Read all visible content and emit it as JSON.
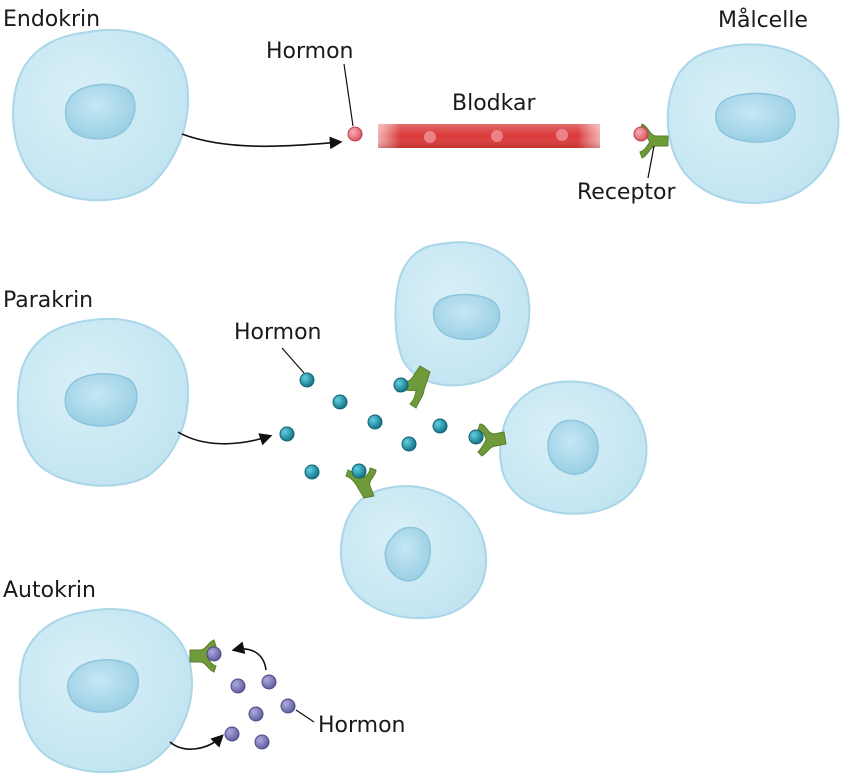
{
  "sections": {
    "endocrine": "Endokrin",
    "paracrine": "Parakrin",
    "autocrine": "Autokrin"
  },
  "labels": {
    "hormone_endocrine": "Hormon",
    "blood_vessel": "Blodkar",
    "target_cell": "Målcelle",
    "receptor": "Receptor",
    "hormone_paracrine": "Hormon",
    "hormone_autocrine": "Hormon"
  },
  "colors": {
    "cell_fill": "#c6e7f2",
    "cell_edge": "#a9d6e8",
    "nucleus_fill": "#9fd1e6",
    "receptor": "#6f9a3a",
    "hormone_endocrine": "#e4606c",
    "hormone_paracrine": "#1e8ea3",
    "hormone_autocrine": "#7b78b4",
    "vessel": "#d83a3a"
  }
}
